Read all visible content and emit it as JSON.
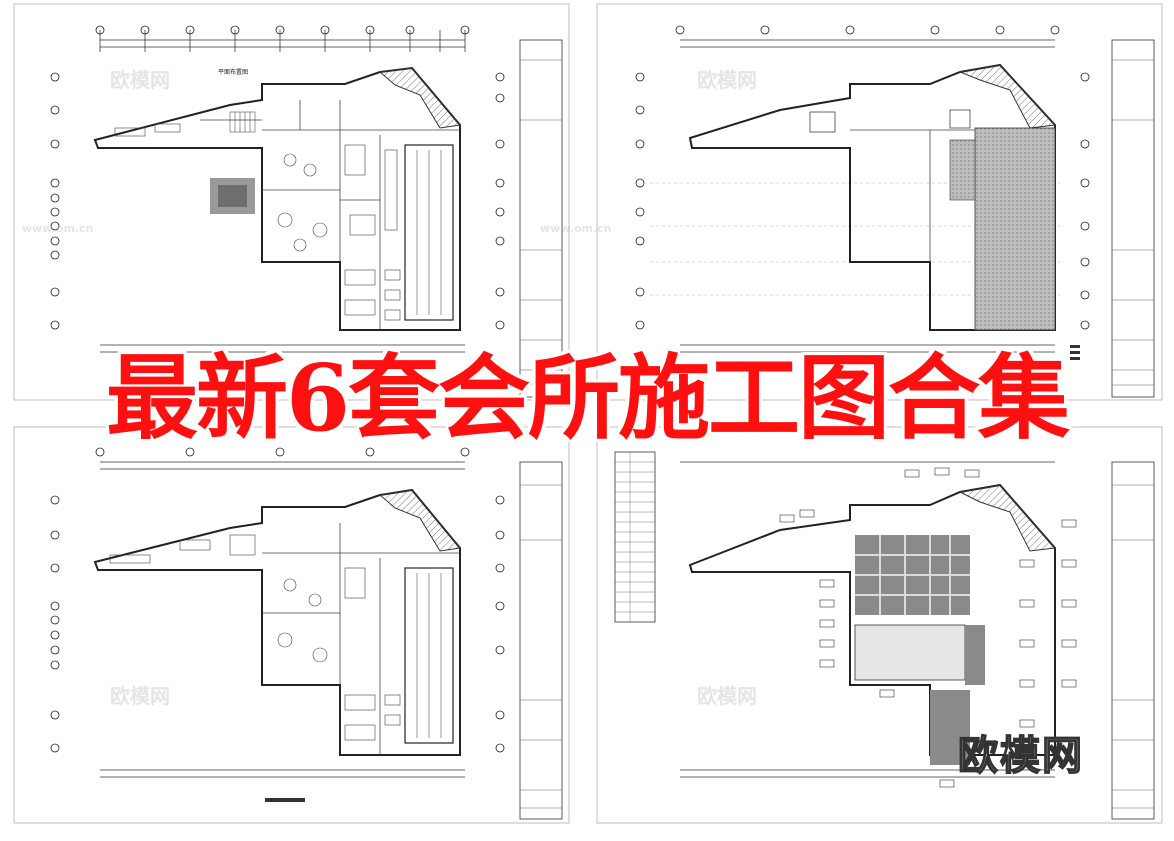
{
  "headline": "最新6套会所施工图合集",
  "watermark": {
    "logo_text": "欧模网",
    "site_text": "www.om.cn"
  },
  "sheets": [
    {
      "name": "sheet-top-left",
      "area_label": "平面布置图"
    },
    {
      "name": "sheet-top-right",
      "area_label": ""
    },
    {
      "name": "sheet-bottom-left",
      "area_label": ""
    },
    {
      "name": "sheet-bottom-right",
      "area_label": ""
    }
  ],
  "colors": {
    "headline": "#ff1010",
    "linework": "#222222",
    "fill_grey": "#8a8a8a"
  }
}
